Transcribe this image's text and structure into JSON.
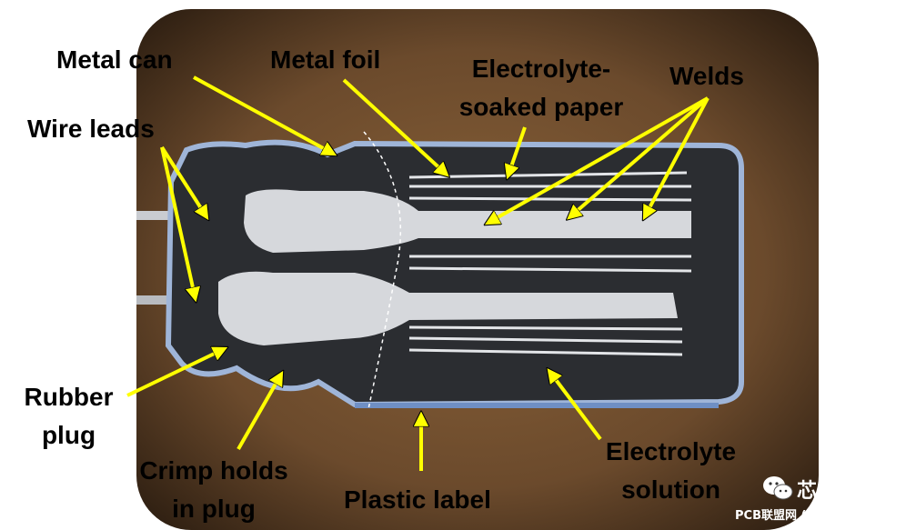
{
  "figure": {
    "labels": {
      "metal_can": "Metal can",
      "metal_foil": "Metal foil",
      "electrolyte_paper_line1": "Electrolyte-",
      "electrolyte_paper_line2": "soaked paper",
      "welds": "Welds",
      "wire_leads": "Wire leads",
      "rubber_plug_line1": "Rubber",
      "rubber_plug_line2": "plug",
      "crimp_line1": "Crimp holds",
      "crimp_line2": "in plug",
      "plastic_label": "Plastic label",
      "electrolyte_solution_line1": "Electrolyte",
      "electrolyte_solution_line2": "solution"
    },
    "colors": {
      "arrow": "#ffff00",
      "photo_background": "#6b4a2c",
      "can_edge": "#9fb5d8",
      "metal": "#d6d8dc",
      "dark_fill": "#2b2d31"
    }
  },
  "watermark": {
    "brand": "芯片之家",
    "site": "PCB联盟网 (Pcbbar.com)",
    "icon": "wechat-icon"
  }
}
